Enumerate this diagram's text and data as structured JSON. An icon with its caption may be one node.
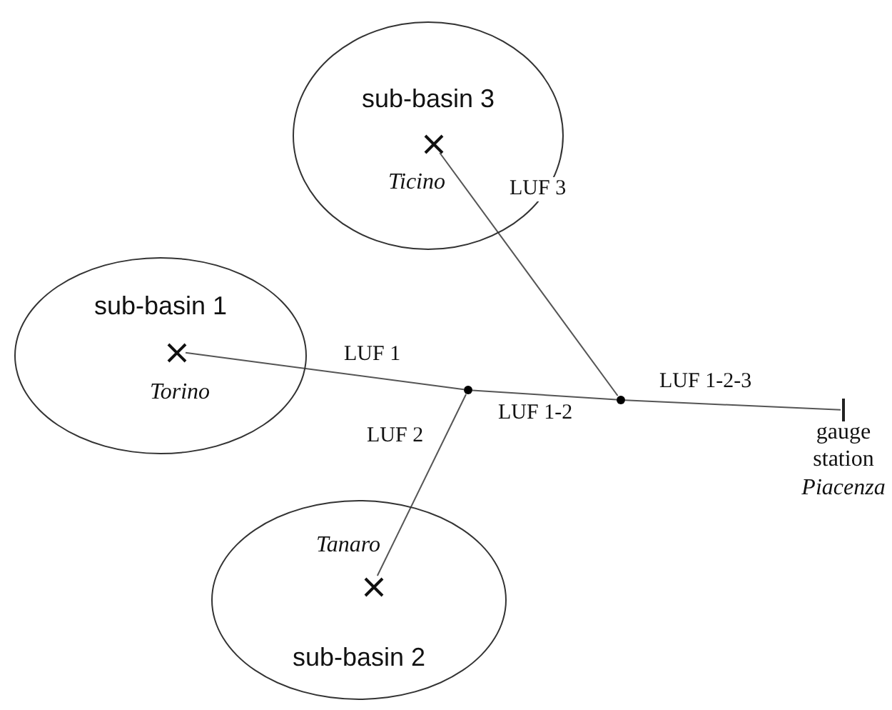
{
  "diagram": {
    "nodes": [
      {
        "text": [
          "sub-basin 3"
        ]
      },
      {
        "text": [],
        "shape": "cross",
        "in": 0,
        "beside": [
          "Ticino"
        ]
      },
      {
        "text": [
          "sub-basin 1"
        ]
      },
      {
        "text": [],
        "shape": "cross",
        "in": 2,
        "beside": [
          "Torino"
        ]
      },
      {
        "text": [
          "sub-basin 2"
        ]
      },
      {
        "text": [],
        "shape": "cross",
        "in": 4,
        "beside": [
          "Tanaro"
        ]
      },
      {
        "text": [],
        "shape": "circle"
      },
      {
        "text": [],
        "shape": "circle"
      },
      {
        "text": [],
        "shape": "bar",
        "beside": [
          "gauge station",
          "Piacenza"
        ]
      }
    ],
    "edges": [
      {
        "from": 3,
        "to": 6,
        "arrow": "none",
        "label": "LUF 1"
      },
      {
        "from": 5,
        "to": 6,
        "arrow": "none",
        "label": "LUF 2"
      },
      {
        "from": 6,
        "to": 7,
        "arrow": "none",
        "label": "LUF 1-2"
      },
      {
        "from": 1,
        "to": 7,
        "arrow": "none",
        "label": "LUF 3"
      },
      {
        "from": 7,
        "to": 8,
        "arrow": "none",
        "label": "LUF 1-2-3"
      }
    ]
  }
}
